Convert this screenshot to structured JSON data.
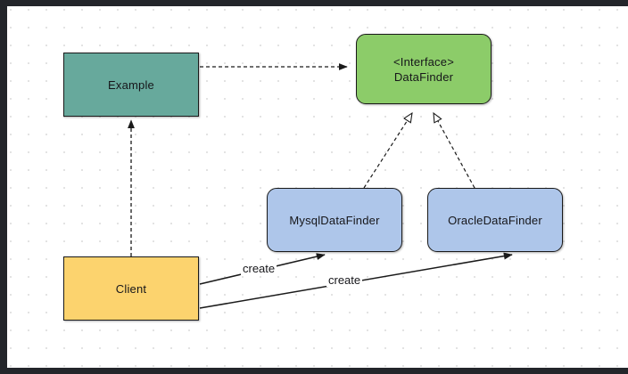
{
  "diagram": {
    "type": "uml-class-diagram",
    "background_color": "#ffffff",
    "frame_color": "#23252a",
    "grid": "dotted",
    "nodes": [
      {
        "id": "example",
        "label": "Example",
        "shape": "rectangle",
        "fill": "#67a99c",
        "stroke": "#1a1a1a"
      },
      {
        "id": "datafinder",
        "label": "<Interface>\nDataFinder",
        "stereotype": "<Interface>",
        "name": "DataFinder",
        "shape": "rounded-rectangle",
        "fill": "#8ccc69",
        "stroke": "#1a1a1a"
      },
      {
        "id": "mysql",
        "label": "MysqlDataFinder",
        "shape": "rounded-rectangle",
        "fill": "#aec6ea",
        "stroke": "#1a1a1a"
      },
      {
        "id": "oracle",
        "label": "OracleDataFinder",
        "shape": "rounded-rectangle",
        "fill": "#aec6ea",
        "stroke": "#1a1a1a"
      },
      {
        "id": "client",
        "label": "Client",
        "shape": "rectangle",
        "fill": "#fcd36e",
        "stroke": "#1a1a1a"
      }
    ],
    "edges": [
      {
        "id": "example-to-datafinder",
        "from": "example",
        "to": "datafinder",
        "style": "dashed",
        "arrowhead": "filled-arrow",
        "label": ""
      },
      {
        "id": "client-to-example",
        "from": "client",
        "to": "example",
        "style": "dashed",
        "arrowhead": "filled-arrow",
        "label": ""
      },
      {
        "id": "mysql-implements-datafinder",
        "from": "mysql",
        "to": "datafinder",
        "style": "dashed",
        "arrowhead": "hollow-triangle",
        "label": ""
      },
      {
        "id": "oracle-implements-datafinder",
        "from": "oracle",
        "to": "datafinder",
        "style": "dashed",
        "arrowhead": "hollow-triangle",
        "label": ""
      },
      {
        "id": "client-creates-mysql",
        "from": "client",
        "to": "mysql",
        "style": "solid",
        "arrowhead": "filled-arrow",
        "label": "create"
      },
      {
        "id": "client-creates-oracle",
        "from": "client",
        "to": "oracle",
        "style": "solid",
        "arrowhead": "filled-arrow",
        "label": "create"
      }
    ]
  }
}
